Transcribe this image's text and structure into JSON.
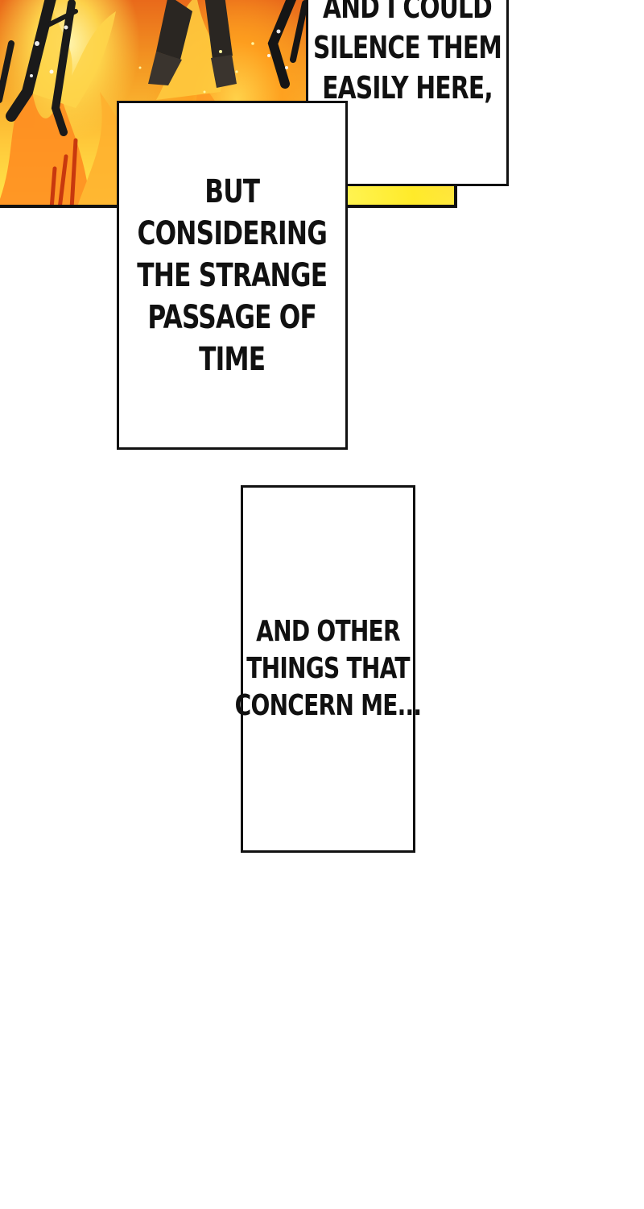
{
  "panel": {
    "scene": "fire-scene-with-figures",
    "colors": {
      "flame_dark": "#c8380e",
      "flame_mid": "#f49a23",
      "flame_light": "#ffe84a",
      "ink": "#111111",
      "paper": "#ffffff"
    }
  },
  "captions": [
    {
      "id": "top",
      "lines": [
        "AND I COULD",
        "SILENCE THEM",
        "EASILY HERE,"
      ]
    },
    {
      "id": "middle",
      "lines": [
        "BUT",
        "CONSIDERING",
        "THE STRANGE",
        "PASSAGE OF",
        "TIME"
      ]
    },
    {
      "id": "bottom",
      "lines": [
        "AND OTHER",
        "THINGS THAT",
        "CONCERN ME..."
      ]
    }
  ]
}
